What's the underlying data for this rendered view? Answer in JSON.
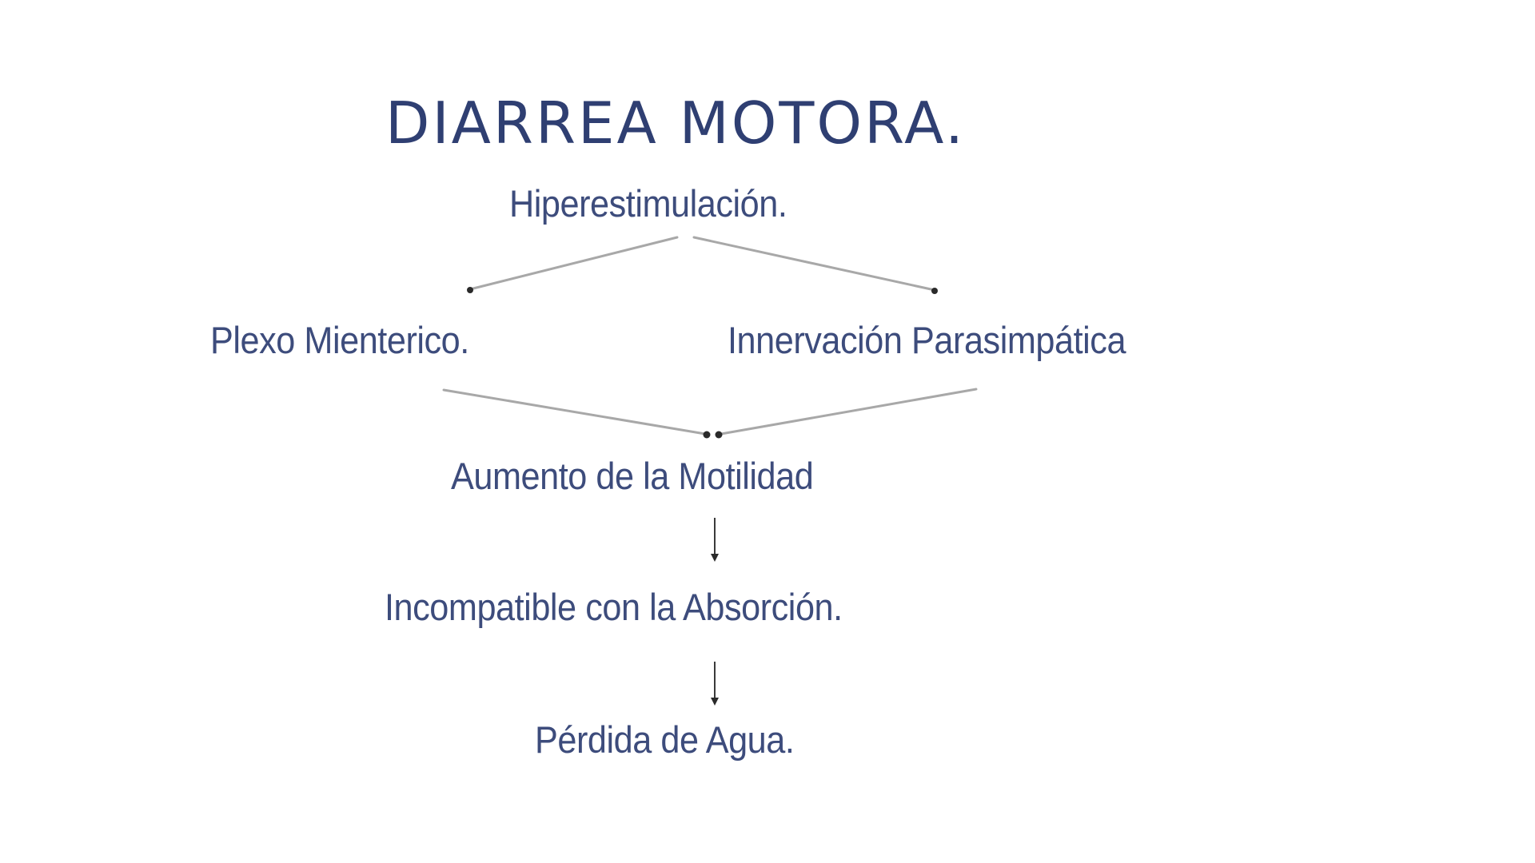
{
  "diagram": {
    "title": "DIARREA MOTORA.",
    "nodes": {
      "root": "Hiperestimulación.",
      "left": "Plexo Mienterico.",
      "right": "Innervación Parasimpática",
      "merge": "Aumento de la Motilidad",
      "step2": "Incompatible con la Absorción.",
      "result": "Pérdida de Agua."
    },
    "edges": [
      {
        "from": "Hiperestimulación.",
        "to": "Plexo Mienterico."
      },
      {
        "from": "Hiperestimulación.",
        "to": "Innervación Parasimpática"
      },
      {
        "from": "Plexo Mienterico.",
        "to": "Aumento de la Motilidad"
      },
      {
        "from": "Innervación Parasimpática",
        "to": "Aumento de la Motilidad"
      },
      {
        "from": "Aumento de la Motilidad",
        "to": "Incompatible con la Absorción."
      },
      {
        "from": "Incompatible con la Absorción.",
        "to": "Pérdida de Agua."
      }
    ],
    "colors": {
      "title": "#2f3f72",
      "text": "#3d4c7c",
      "connector": "#a8a8a8",
      "arrowhead": "#2a2a2a",
      "background": "#ffffff"
    }
  }
}
